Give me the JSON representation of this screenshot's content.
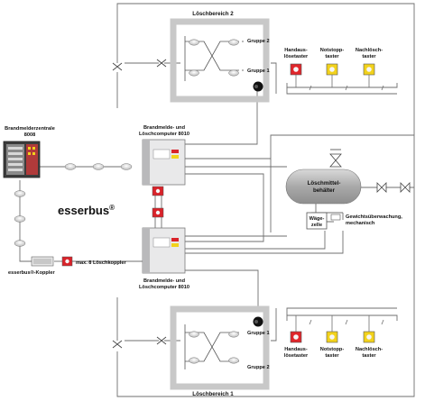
{
  "labels": {
    "loeschbereich2": "Löschbereich 2",
    "loeschbereich1": "Löschbereich 1",
    "gruppe2_top": "Gruppe 2",
    "gruppe1_top": "Gruppe 1",
    "gruppe1_bot": "Gruppe 1",
    "gruppe2_bot": "Gruppe 2",
    "handausloese_1": "Handaus-",
    "handausloese_2": "lösetaster",
    "notstopp_1": "Notstopp-",
    "notstopp_2": "taster",
    "nachloesch_1": "Nachlösch-",
    "nachloesch_2": "taster",
    "bmz_1": "Brandmelderzentrale",
    "bmz_2": "8008",
    "blc_top_1": "Brandmelde- und",
    "blc_top_2": "Löschcomputer 8010",
    "blc_bot_1": "Brandmelde- und",
    "blc_bot_2": "Löschcomputer 8010",
    "esserbus": "esserbus",
    "reg": "®",
    "koppler": "esserbus®-Koppler",
    "max_koppler": "max. 8 Löschkoppler",
    "behaelter_1": "Löschmittel-",
    "behaelter_2": "behälter",
    "waege_1": "Wäge-",
    "waege_2": "zelle",
    "gewicht_1": "Gewichtsüberwachung,",
    "gewicht_2": "mechanisch"
  },
  "colors": {
    "line": "#6f6f6f",
    "zone_gray": "#c8c8c8",
    "red_button": "#e0262b",
    "yellow_button": "#f2d21c",
    "tank": "#bdbdbd",
    "panel": "#e9e9ea",
    "coupler_red": "#d9232a"
  }
}
